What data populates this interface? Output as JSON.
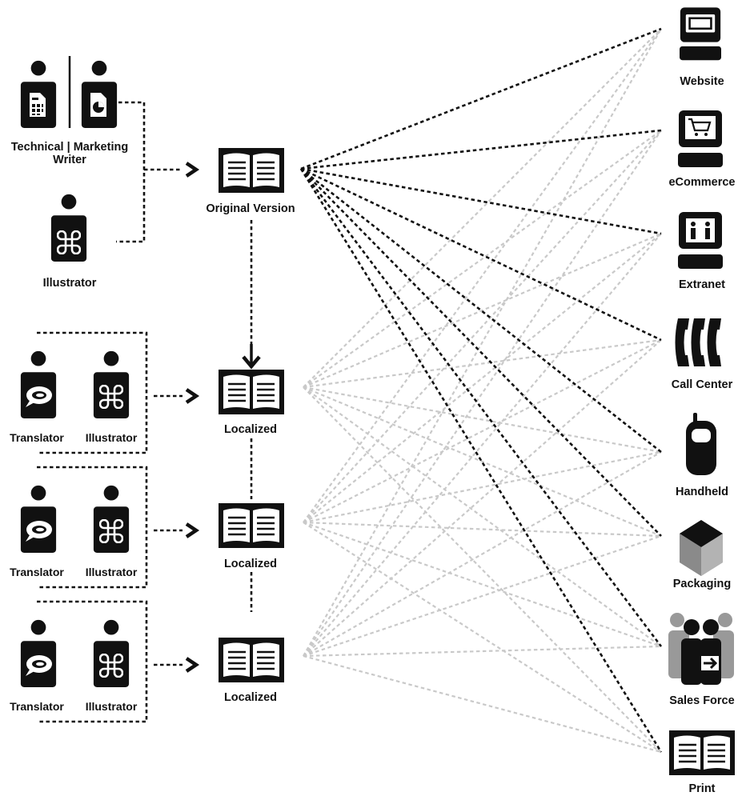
{
  "authors": {
    "writer_label": "Technical | Marketing",
    "writer_label_2": "Writer",
    "illustrator_label": "Illustrator"
  },
  "original": {
    "label": "Original Version"
  },
  "localization_teams": [
    {
      "translator_label": "Translator",
      "illustrator_label": "Illustrator",
      "output_label": "Localized"
    },
    {
      "translator_label": "Translator",
      "illustrator_label": "Illustrator",
      "output_label": "Localized"
    },
    {
      "translator_label": "Translator",
      "illustrator_label": "Illustrator",
      "output_label": "Localized"
    }
  ],
  "channels": [
    {
      "label": "Website",
      "icon": "monitor-icon"
    },
    {
      "label": "eCommerce",
      "icon": "shopping-cart-icon"
    },
    {
      "label": "Extranet",
      "icon": "extranet-icon"
    },
    {
      "label": "Call Center",
      "icon": "call-center-icon"
    },
    {
      "label": "Handheld",
      "icon": "mobile-phone-icon"
    },
    {
      "label": "Packaging",
      "icon": "package-box-icon"
    },
    {
      "label": "Sales Force",
      "icon": "sales-force-icon"
    },
    {
      "label": "Print",
      "icon": "print-book-icon"
    }
  ],
  "colors": {
    "dark": "#111111",
    "gray_lines": "#c9c9c9",
    "box_gray": "#9a9a9a"
  }
}
